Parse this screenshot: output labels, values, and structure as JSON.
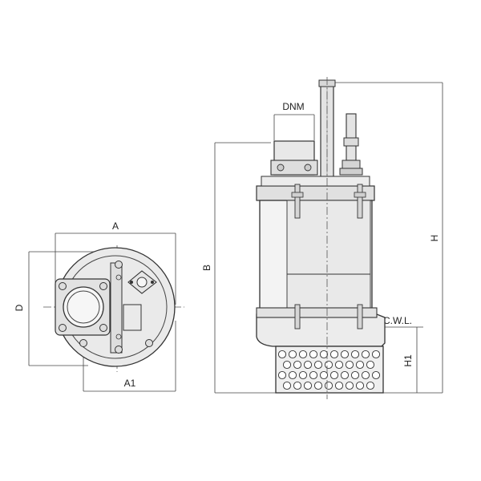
{
  "labels": {
    "A": "A",
    "A1": "A1",
    "D": "D",
    "DNM": "DNM",
    "B": "B",
    "H": "H",
    "H1": "H1",
    "CWL": "C.W.L."
  }
}
